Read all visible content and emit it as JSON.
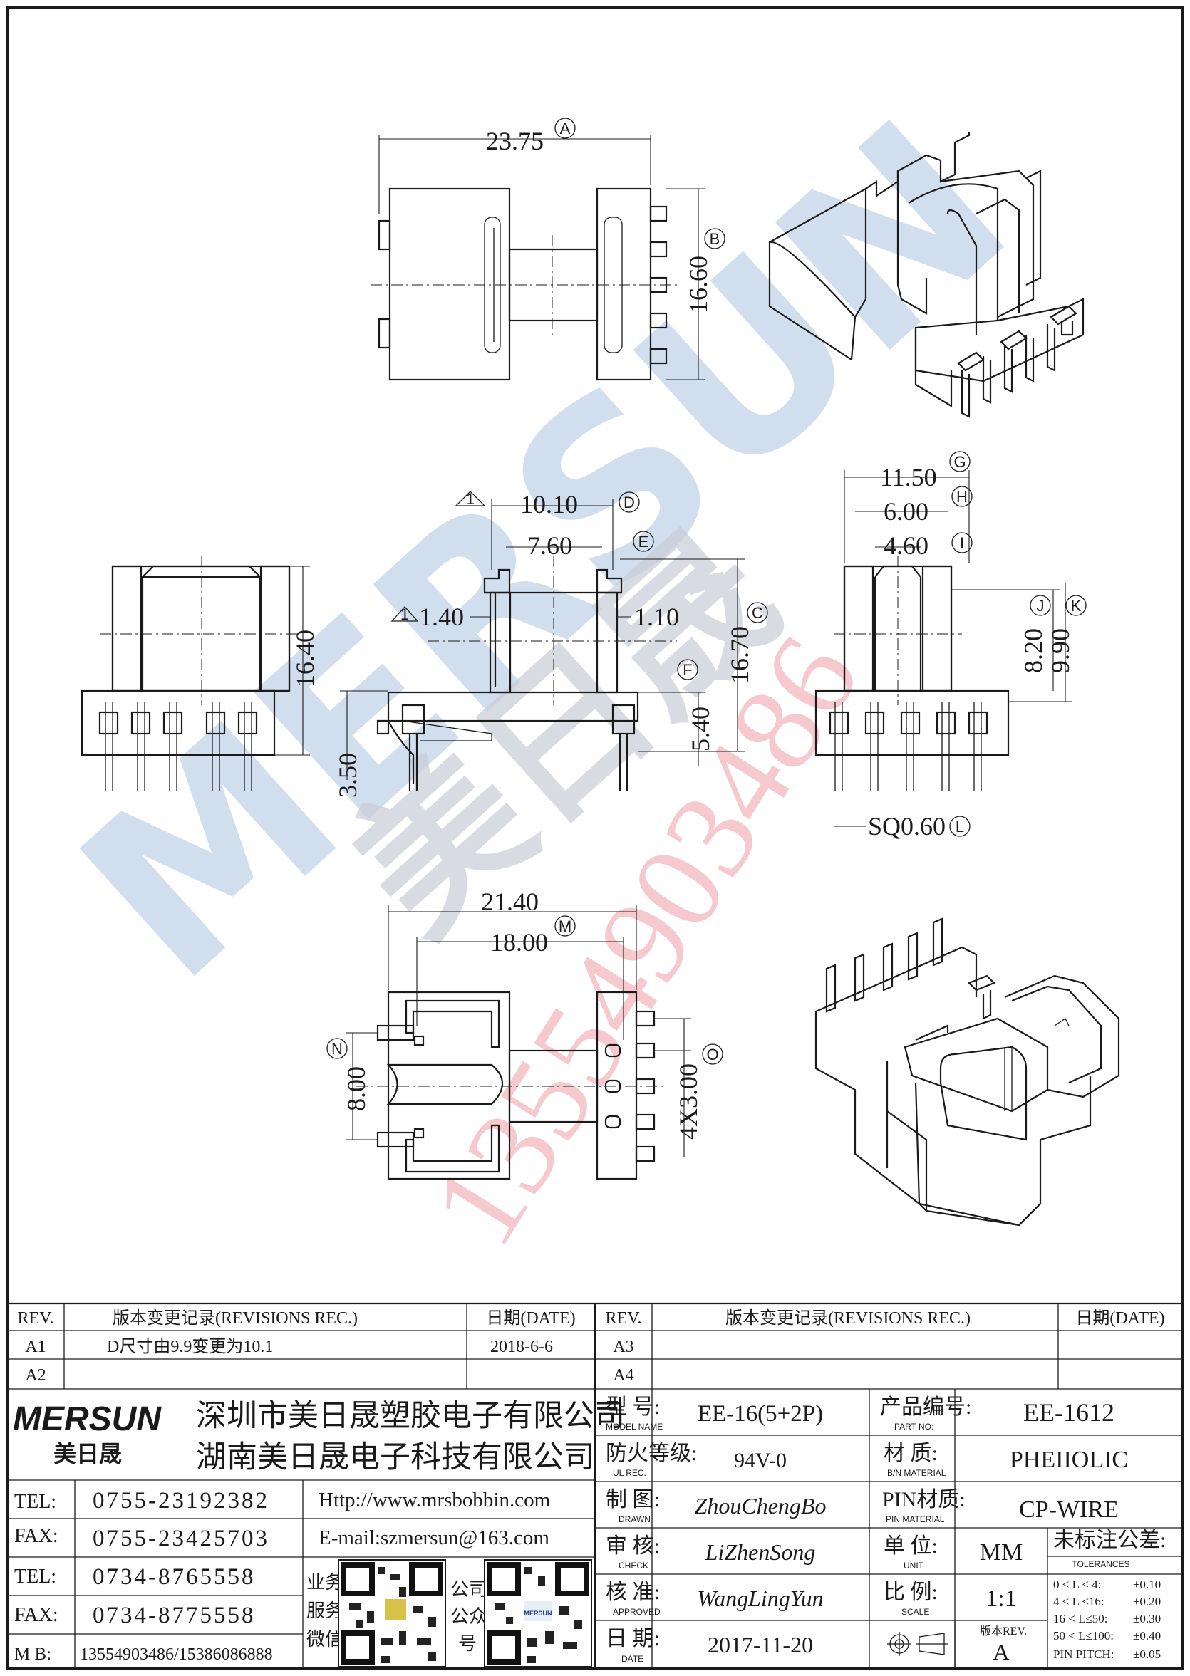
{
  "watermark": {
    "brand": "MERSUN",
    "cn": "美日晟",
    "phone": "13554903486"
  },
  "dimensions": {
    "top_width": "23.75",
    "top_width_id": "A",
    "top_height": "16.60",
    "top_height_id": "B",
    "side_height": "16.40",
    "front_d": "10.10",
    "front_d_id": "D",
    "front_e": "7.60",
    "front_e_id": "E",
    "front_wall_l": "1.40",
    "front_wall_r": "1.10",
    "front_c": "16.70",
    "front_c_id": "C",
    "front_f_id": "F",
    "front_pin": "5.40",
    "front_base": "3.50",
    "right_g": "11.50",
    "right_g_id": "G",
    "right_h": "6.00",
    "right_h_id": "H",
    "right_i": "4.60",
    "right_i_id": "I",
    "right_j_id": "J",
    "right_k_id": "K",
    "right_h1": "8.20",
    "right_h2": "9.90",
    "right_pin": "SQ0.60",
    "right_pin_id": "L",
    "bottom_w": "21.40",
    "bottom_w2": "18.00",
    "bottom_w2_id": "M",
    "bottom_n": "8.00",
    "bottom_n_id": "N",
    "bottom_pitch": "4X3.00",
    "bottom_pitch_id": "O",
    "delta": "1"
  },
  "revisions_left": {
    "h_rev": "REV.",
    "h_desc": "版本变更记录(REVISIONS REC.)",
    "h_date": "日期(DATE)",
    "rows": [
      {
        "rev": "A1",
        "desc": "D尺寸由9.9变更为10.1",
        "date": "2018-6-6"
      },
      {
        "rev": "A2",
        "desc": "",
        "date": ""
      }
    ]
  },
  "revisions_right": {
    "h_rev": "REV.",
    "h_desc": "版本变更记录(REVISIONS REC.)",
    "h_date": "日期(DATE)",
    "rows": [
      {
        "rev": "A3"
      },
      {
        "rev": "A4"
      }
    ]
  },
  "company": {
    "logo": "MERSUN",
    "logo_cn": "美日晟",
    "name1": "深圳市美日晟塑胶电子有限公司",
    "name2": "湖南美日晟电子科技有限公司",
    "contacts": [
      {
        "label": "TEL:",
        "value": "0755-23192382"
      },
      {
        "label": "FAX:",
        "value": "0755-23425703"
      },
      {
        "label": "TEL:",
        "value": "0734-8765558"
      },
      {
        "label": "FAX:",
        "value": "0734-8775558"
      },
      {
        "label": "M B:",
        "value": "13554903486/15386086888"
      }
    ],
    "web": "Http://www.mrsbobbin.com",
    "email": "E-mail:szmersun@163.com",
    "qr1_label": [
      "业务",
      "服务",
      "微信"
    ],
    "qr2_label": [
      "公司",
      "公众",
      "号"
    ]
  },
  "spec": {
    "model_label": "型 号:",
    "model_sub": "MODEL NAME",
    "model": "EE-16(5+2P)",
    "part_label": "产品编号:",
    "part_sub": "PART NO:",
    "part": "EE-1612",
    "ul_label": "防火等级:",
    "ul_sub": "UL REC.",
    "ul": "94V-0",
    "mat_label": "材 质:",
    "mat_sub": "B/N MATERIAL",
    "mat": "PHEIIOLIC",
    "drawn_label": "制 图:",
    "drawn_sub": "DRAWN",
    "drawn": "ZhouChengBo",
    "pin_label": "PIN材质:",
    "pin_sub": "PIN MATERIAL",
    "pin": "CP-WIRE",
    "check_label": "审 核:",
    "check_sub": "CHECK",
    "check": "LiZhenSong",
    "unit_label": "单 位:",
    "unit_sub": "UNIT",
    "unit": "MM",
    "tol_label": "未标注公差:",
    "tol_sub": "TOLERANCES",
    "tolerances": [
      {
        "range": "0 < L ≤ 4:",
        "tol": "±0.10"
      },
      {
        "range": "4 < L ≤16:",
        "tol": "±0.20"
      },
      {
        "range": "16 < L≤50:",
        "tol": "±0.30"
      },
      {
        "range": "50 < L≤100:",
        "tol": "±0.40"
      },
      {
        "range": "PIN PITCH:",
        "tol": "±0.05"
      }
    ],
    "appr_label": "核 准:",
    "appr_sub": "APPROVED",
    "approved": "WangLingYun",
    "scale_label": "比 例:",
    "scale_sub": "SCALE",
    "scale": "1:1",
    "date_label": "日 期:",
    "date_sub": "DATE",
    "date": "2017-11-20",
    "ver_label": "版本REV.",
    "ver": "A"
  }
}
